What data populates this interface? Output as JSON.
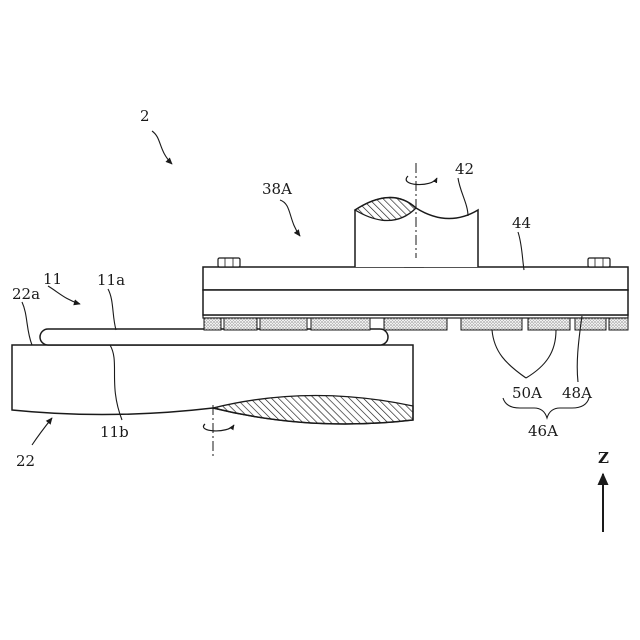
{
  "labels": {
    "device": "2",
    "polishing_unit": "38A",
    "spindle": "42",
    "mount": "44",
    "wafer": "11",
    "wafer_top": "11a",
    "wafer_bottom": "11b",
    "chuck_top": "22a",
    "chuck": "22",
    "pad_segment": "50A",
    "pad_base": "48A",
    "polishing_pad": "46A",
    "axis": "Z"
  },
  "colors": {
    "ink": "#1a1a1a",
    "pad_fill": "#ececec"
  }
}
